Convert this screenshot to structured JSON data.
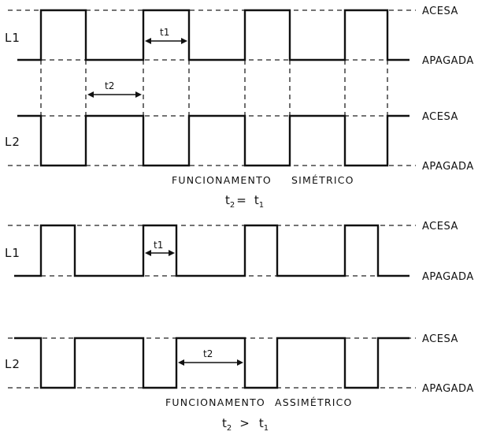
{
  "symmetric": {
    "lamp1": "L1",
    "lamp2": "L2",
    "level_on": "ACESA",
    "level_off": "APAGADA",
    "period1": "t1",
    "period2": "t2",
    "caption_word1": "FUNCIONAMENTO",
    "caption_word2": "SIMÉTRICO",
    "formula_t2": "t",
    "formula_t2_sub": "2",
    "formula_op": "=",
    "formula_t1": "t",
    "formula_t1_sub": "1"
  },
  "asymmetric": {
    "lamp1": "L1",
    "lamp2": "L2",
    "level_on": "ACESA",
    "level_off": "APAGADA",
    "period1": "t1",
    "period2": "t2",
    "caption_word1": "FUNCIONAMENTO",
    "caption_word2": "ASSIMÉTRICO",
    "formula_t2": "t",
    "formula_t2_sub": "2",
    "formula_op": ">",
    "formula_t1": "t",
    "formula_t1_sub": "1"
  }
}
